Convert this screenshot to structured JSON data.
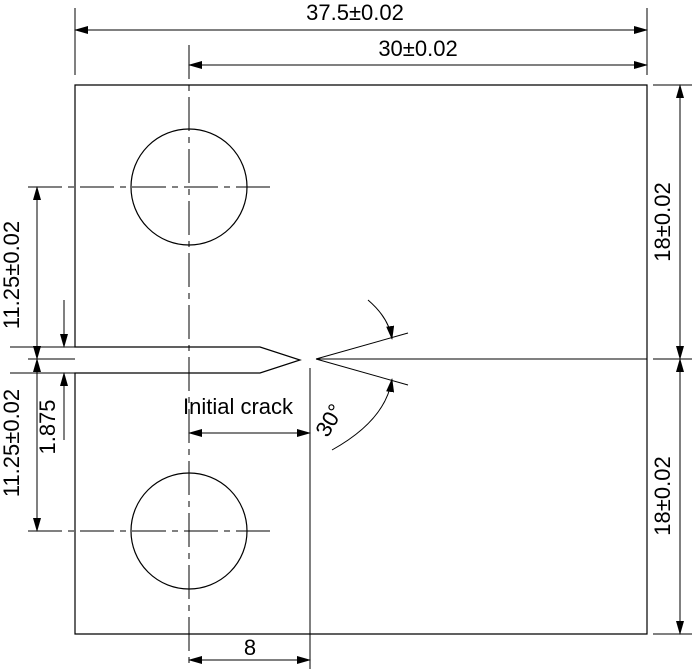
{
  "dimensions": {
    "overall_width": "37.5±0.02",
    "hole_to_right": "30±0.02",
    "upper_height": "18±0.02",
    "lower_height": "18±0.02",
    "upper_hole_offset": "11.25±0.02",
    "lower_hole_offset": "11.25±0.02",
    "notch_width": "1.875",
    "initial_crack_label": "Initial crack",
    "crack_length": "8",
    "notch_angle": "30°"
  }
}
